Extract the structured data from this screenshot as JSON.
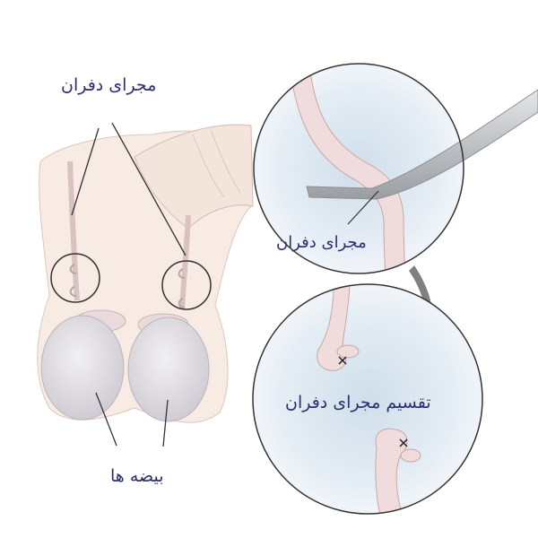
{
  "labels": {
    "vas_deferens_top": "مجرای دفران",
    "vas_deferens_zoom": "مجرای دفران",
    "division_of_vas": "تقسیم مجرای دفران",
    "testicles": "بیضه ها"
  },
  "colors": {
    "label_text": "#2c2f6e",
    "skin_fill": "#f5e6dd",
    "skin_stroke": "#d9c3b6",
    "testis_fill": "#e4e3e6",
    "vas_fill": "#f0dcdc",
    "vas_stroke": "#c9a6a8",
    "zoom_bg": "#dfe9f1",
    "circle_stroke": "#333333",
    "arrow": "#808080",
    "forceps": "#b9bcbf"
  }
}
